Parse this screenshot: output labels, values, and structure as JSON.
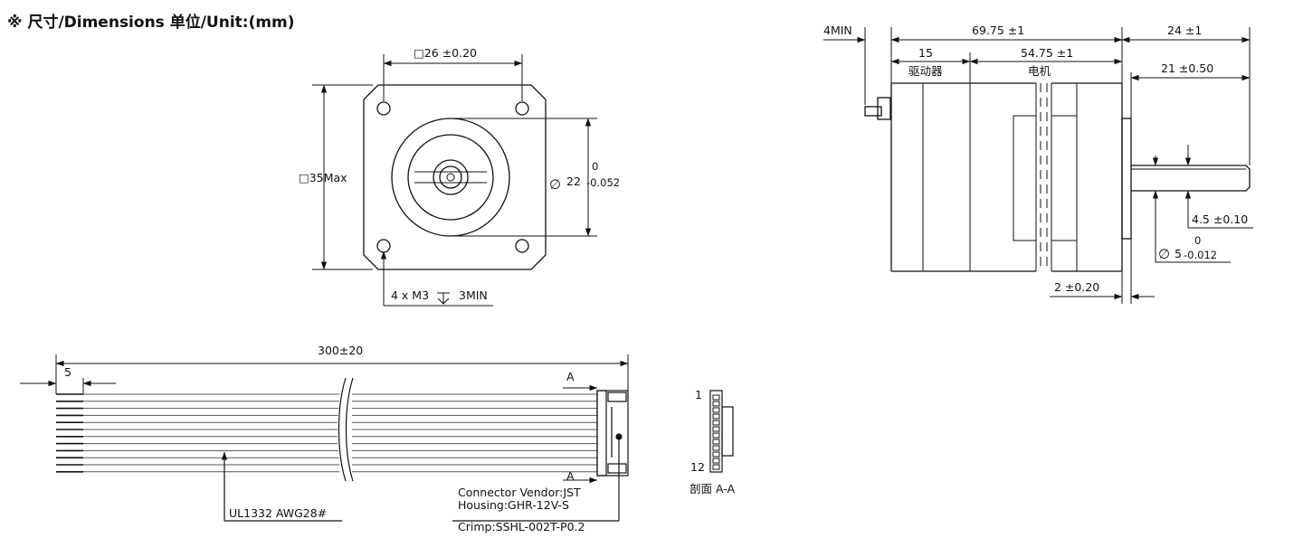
{
  "title": "※ 尺寸/Dimensions 单位/Unit:(mm)",
  "front_view": {
    "mount_spacing": "□26 ±0.20",
    "body_size": "□35Max",
    "pilot_dia_symbol": "∅",
    "pilot_dia": "22",
    "pilot_tol_upper": "0",
    "pilot_tol_lower": "-0.052",
    "mount_holes": "4 x  M3",
    "mount_depth": "3MIN"
  },
  "side_view": {
    "rear_min": "4MIN",
    "overall_length": "69.75 ±1",
    "driver_length": "15",
    "driver_label": "驱动器",
    "motor_length": "54.75 ±1",
    "motor_label": "电机",
    "shaft_total": "24 ±1",
    "shaft_length": "21 ±0.50",
    "flat_depth": "4.5 ±0.10",
    "shaft_dia_symbol": "∅",
    "shaft_dia": "5",
    "shaft_tol_upper": "0",
    "shaft_tol_lower": "-0.012",
    "boss_height": "2 ±0.20"
  },
  "cable": {
    "length": "300±20",
    "strip_length": "5",
    "section_mark_top": "A",
    "section_mark_bottom": "A",
    "wire_spec": "UL1332 AWG28#",
    "connector_vendor": "Connector Vendor:JST",
    "housing": "Housing:GHR-12V-S",
    "crimp": "Crimp:SSHL-002T-P0.2"
  },
  "section": {
    "pin_first": "1",
    "pin_last": "12",
    "label": "剖面 A-A"
  },
  "colors": {
    "line": "#111111",
    "wire": "#555555",
    "background": "#ffffff"
  }
}
